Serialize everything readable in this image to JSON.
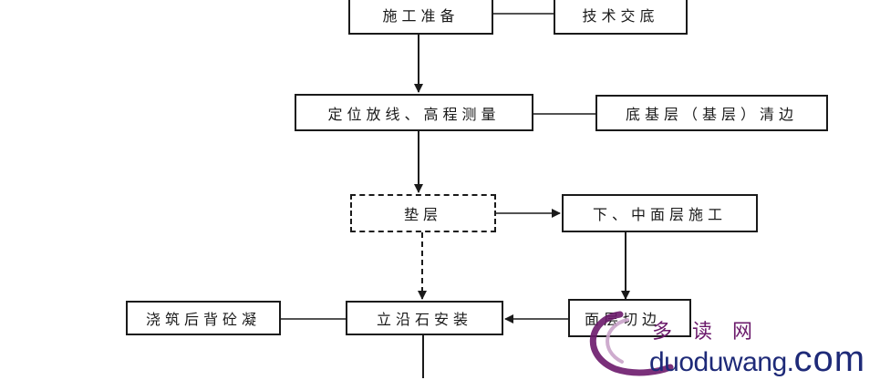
{
  "nodes": {
    "prep": "施工准备",
    "tech": "技术交底",
    "survey": "定位放线、高程测量",
    "base_clean": "底基层（基层）清边",
    "cushion": "垫层",
    "lower_middle": "下、中面层施工",
    "curb_install": "立沿石安装",
    "back_concrete": "浇筑后背砼凝",
    "surface_cut": "面层切边"
  },
  "watermark": {
    "cn": "多读网",
    "en_main": "duoduwang.",
    "en_suffix": "com"
  },
  "colors": {
    "line": "#1a1a1a",
    "watermark_blue": "#1e2a78",
    "watermark_purple": "#6b1a6b"
  }
}
